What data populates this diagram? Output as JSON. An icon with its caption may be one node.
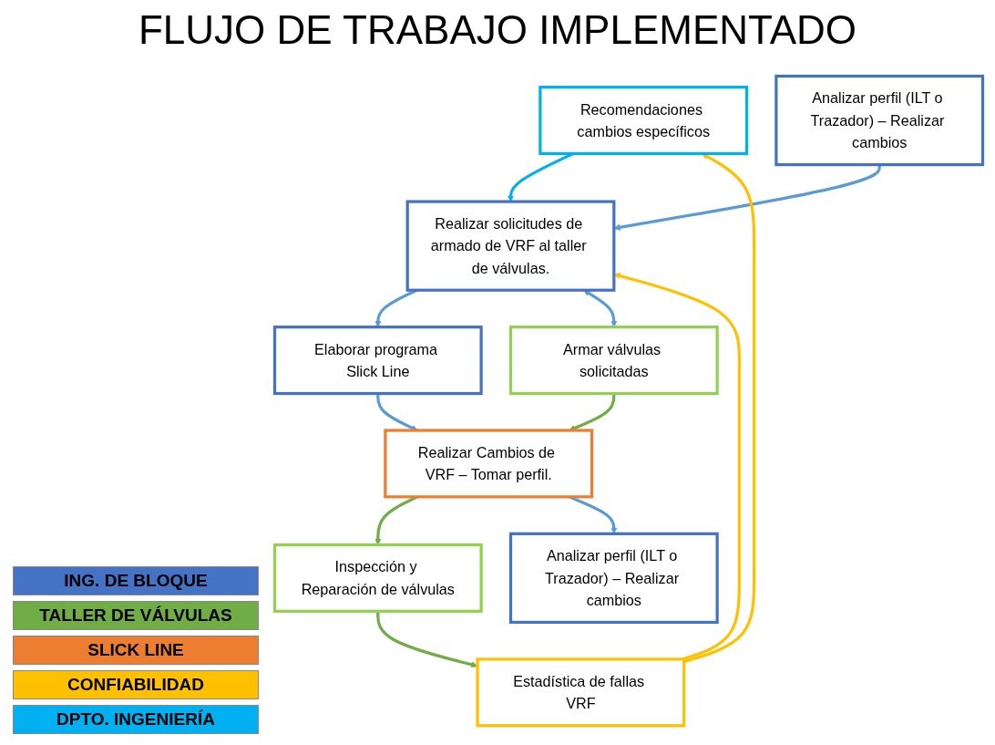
{
  "diagram": {
    "title": "FLUJO DE TRABAJO IMPLEMENTADO",
    "nodes": [
      {
        "text": [
          "Recomendaciones cambios específicos"
        ]
      },
      {
        "text": [
          "Analizar perfil (ILT o Trazador) – Realizar cambios"
        ]
      },
      {
        "text": [
          "Realizar solicitudes de armado de VRF al taller de válvulas."
        ]
      },
      {
        "text": [
          "Elaborar programa Slick Line"
        ]
      },
      {
        "text": [
          "Estadística de fallas VRF"
        ]
      },
      {
        "text": [
          "Armar válvulas solicitadas"
        ]
      },
      {
        "text": [
          "Realizar Cambios de VRF – Tomar perfil."
        ]
      },
      {
        "text": [
          "Inspección y Reparación de válvulas"
        ]
      },
      {
        "text": [
          "Analizar perfil (ILT o Trazador) – Realizar cambios"
        ]
      }
    ],
    "edges": [
      {
        "from": 0,
        "to": 2,
        "arrow": "to",
        "color": "#00b0f0"
      },
      {
        "from": 1,
        "to": 2,
        "arrow": "to"
      },
      {
        "from": 2,
        "to": 3,
        "arrow": "to"
      },
      {
        "from": 4,
        "to": 0,
        "arrow": "to",
        "color": "#ffc000"
      },
      {
        "from": 4,
        "to": 2,
        "arrow": "to",
        "color": "#ffc000"
      },
      {
        "from": 2,
        "to": 5,
        "arrow": "both"
      },
      {
        "from": 3,
        "to": 6,
        "arrow": "to"
      },
      {
        "from": 5,
        "to": 6,
        "arrow": "to",
        "color": "#70ad47"
      },
      {
        "from": 6,
        "to": 7,
        "arrow": "to",
        "color": "#70ad47"
      },
      {
        "from": 7,
        "to": 4,
        "arrow": "to",
        "color": "#70ad47"
      },
      {
        "from": 6,
        "to": 8,
        "arrow": "to"
      }
    ],
    "legend": [
      {
        "text": "ING. DE BLOQUE",
        "color": "#4472c4"
      },
      {
        "text": "TALLER DE VÁLVULAS",
        "color": "#70ad47"
      },
      {
        "text": "SLICK LINE",
        "color": "#ed7d31"
      },
      {
        "text": "CONFIABILIDAD",
        "color": "#ffc000"
      },
      {
        "text": "DPTO. INGENIERÍA",
        "color": "#00b0f0"
      }
    ]
  }
}
